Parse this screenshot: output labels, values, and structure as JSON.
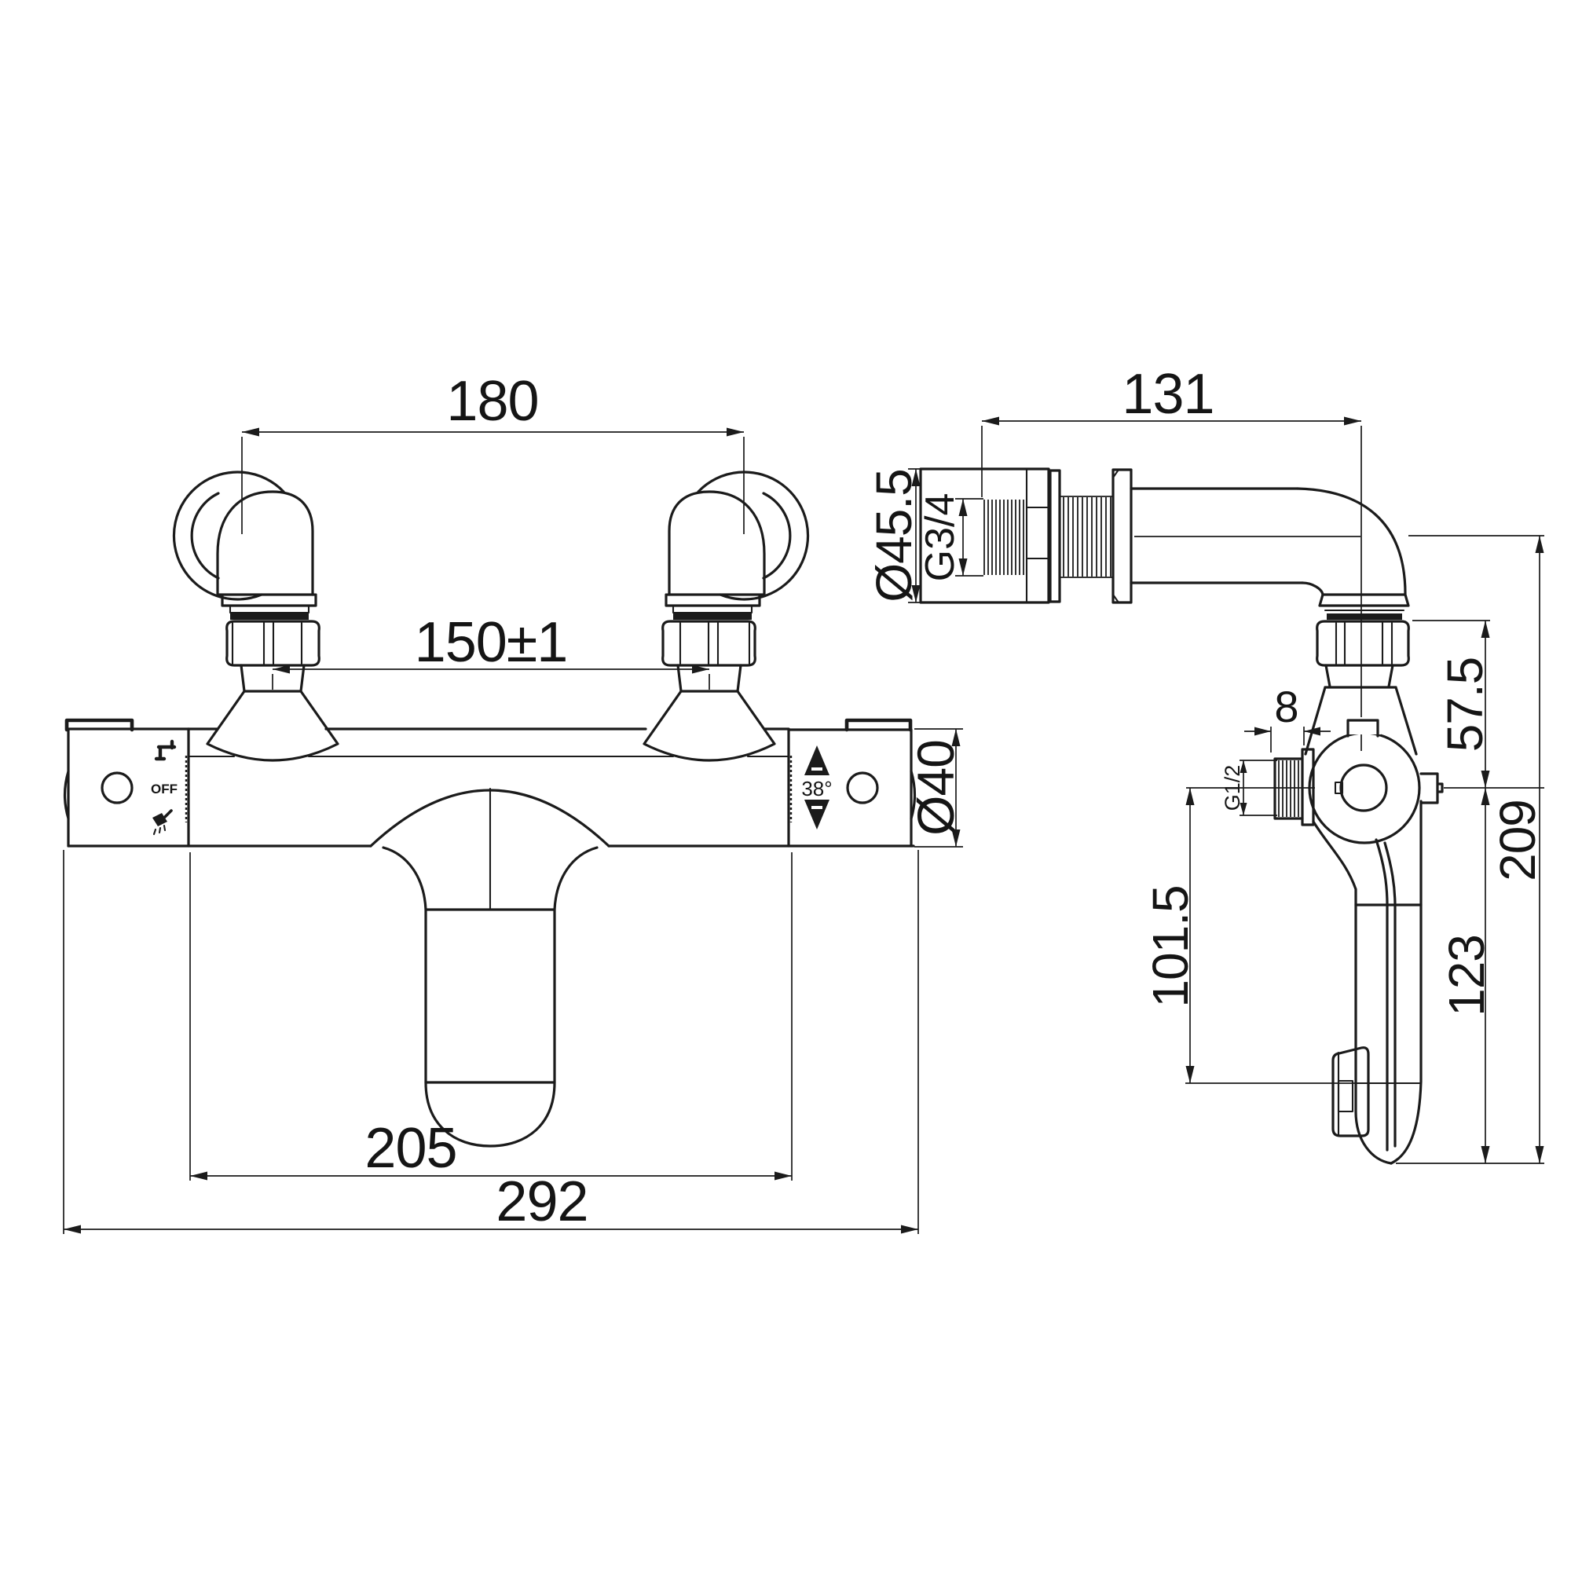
{
  "drawing": {
    "background": "#ffffff",
    "line_color": "#1b1b1b",
    "front_view": {
      "dim_union_spacing": "180",
      "dim_inlet_centers": "150±1",
      "dim_body_length": "205",
      "dim_overall_width": "292",
      "dim_body_diameter": "Ø40",
      "left_knob_off": "OFF",
      "right_knob_temp": "38°"
    },
    "side_view": {
      "dim_wall_union_length": "131",
      "dim_flange_diameter": "Ø45.5",
      "dim_wall_thread": "G3/4",
      "dim_outlet_stub_length": "8",
      "dim_outlet_thread": "G1/2",
      "dim_face_to_outlet": "57.5",
      "dim_outlet_to_spout_tip": "123",
      "dim_overall_height": "209",
      "dim_outlet_to_diverter": "101.5"
    }
  }
}
